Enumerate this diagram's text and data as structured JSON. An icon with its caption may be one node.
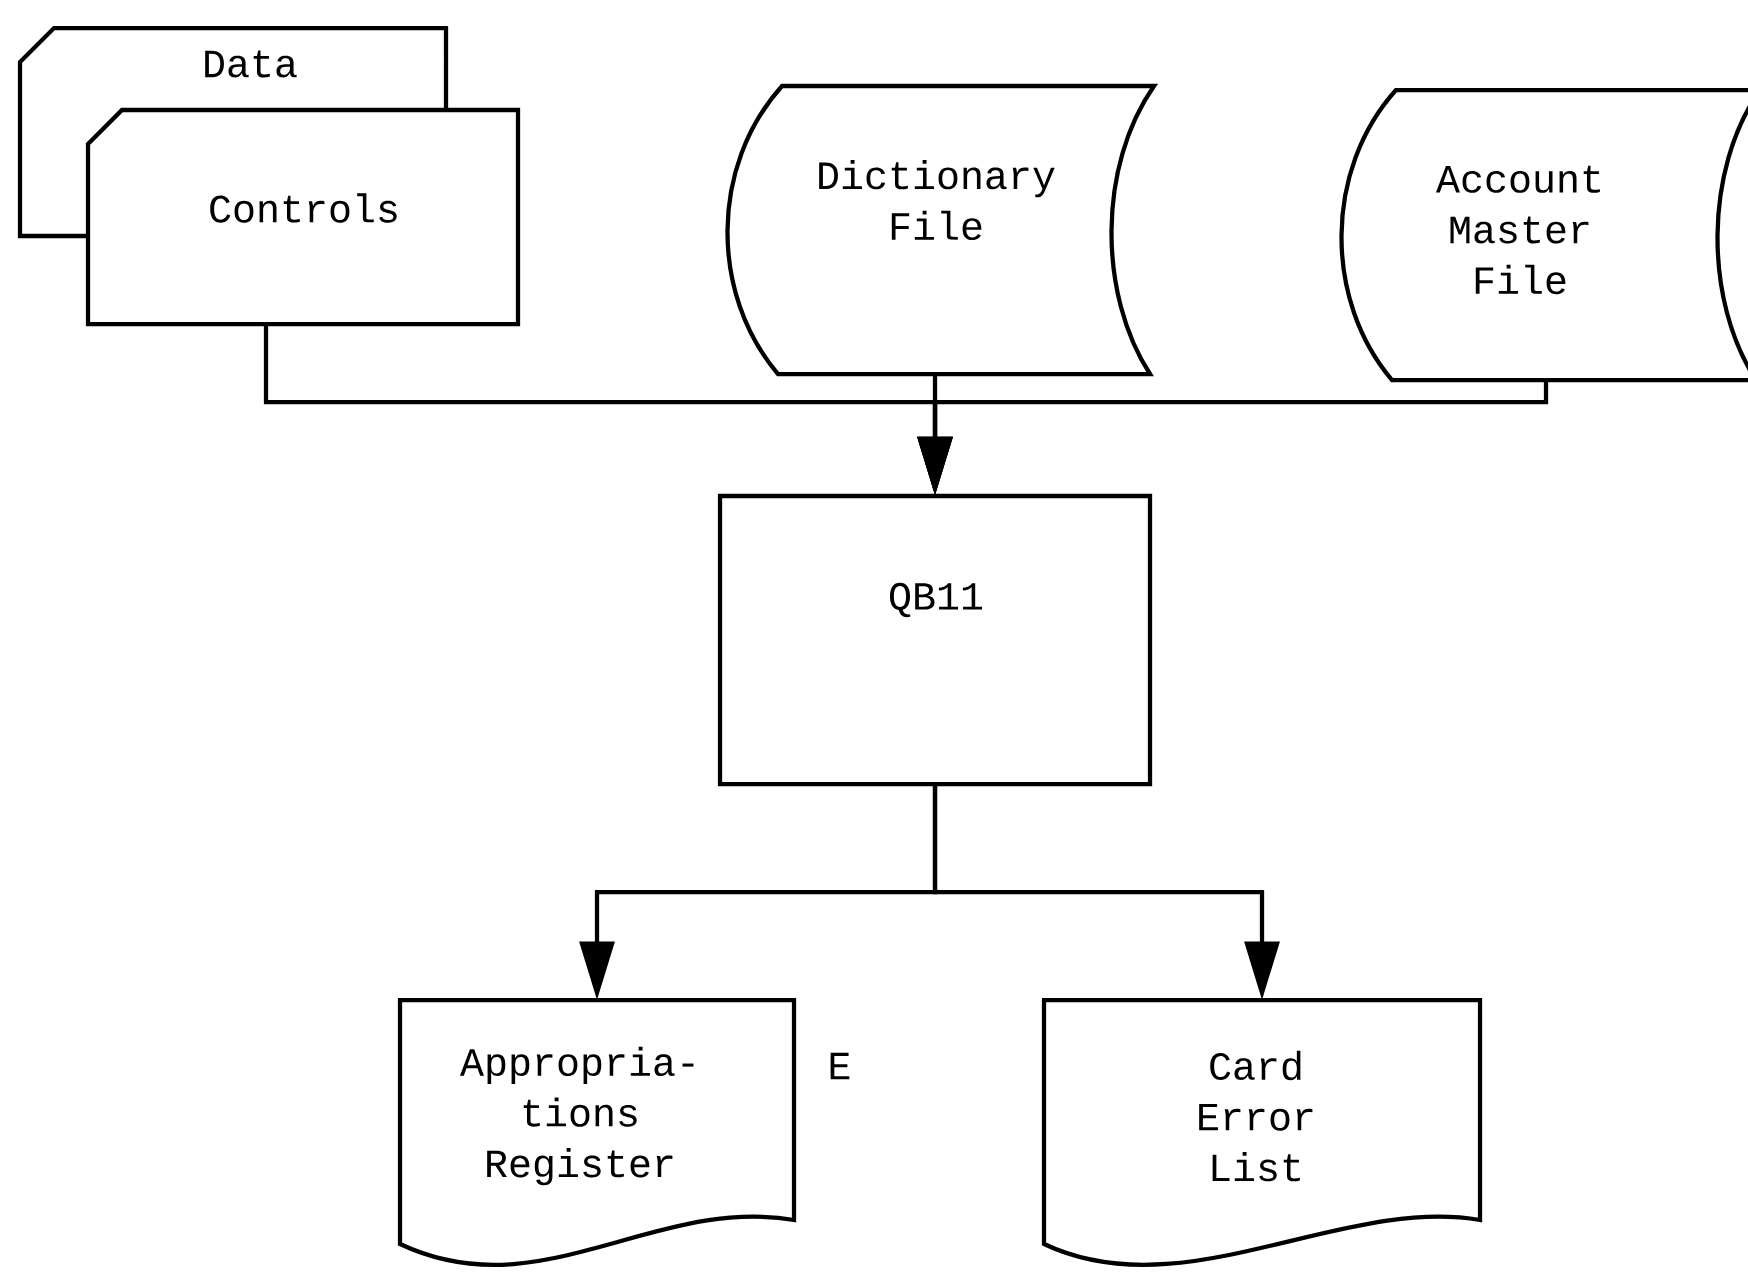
{
  "diagram": {
    "nodes": [
      {
        "text": [
          "Data"
        ]
      },
      {
        "text": [
          "Controls"
        ]
      },
      {
        "text": [
          "Dictionary File"
        ]
      },
      {
        "text": [
          "Account Master File"
        ]
      },
      {
        "text": [
          "QB11"
        ]
      },
      {
        "text": [
          "Appropria- tions Register"
        ],
        "beside": [
          "E"
        ]
      },
      {
        "text": [
          "Card Error List"
        ]
      }
    ],
    "edges": [
      {
        "from": 1,
        "to": 4,
        "arrow": "to"
      },
      {
        "from": 2,
        "to": 4,
        "arrow": "to"
      },
      {
        "from": 3,
        "to": 4,
        "arrow": "to"
      },
      {
        "from": 4,
        "to": 5,
        "arrow": "to"
      },
      {
        "from": 4,
        "to": 6,
        "arrow": "to"
      }
    ]
  }
}
